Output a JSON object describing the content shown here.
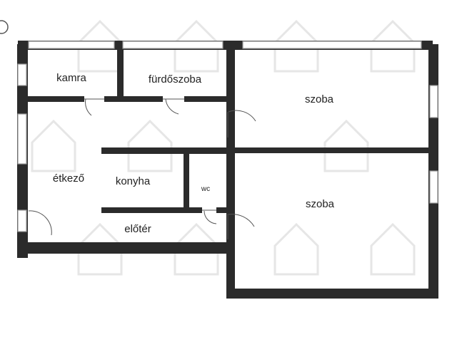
{
  "floor_plan": {
    "rooms": [
      {
        "id": "kamra",
        "label": "kamra"
      },
      {
        "id": "furdoszoba",
        "label": "fürdőszoba"
      },
      {
        "id": "szoba1",
        "label": "szoba"
      },
      {
        "id": "etkezo",
        "label": "étkező"
      },
      {
        "id": "konyha",
        "label": "konyha"
      },
      {
        "id": "wc",
        "label": "wc"
      },
      {
        "id": "szoba2",
        "label": "szoba"
      },
      {
        "id": "eloter",
        "label": "előtér"
      }
    ]
  },
  "colors": {
    "wall": "#2b2b2b",
    "window": "#9a9a9a",
    "door": "#555555",
    "watermark": "#e6e6e6",
    "text": "#222222"
  }
}
